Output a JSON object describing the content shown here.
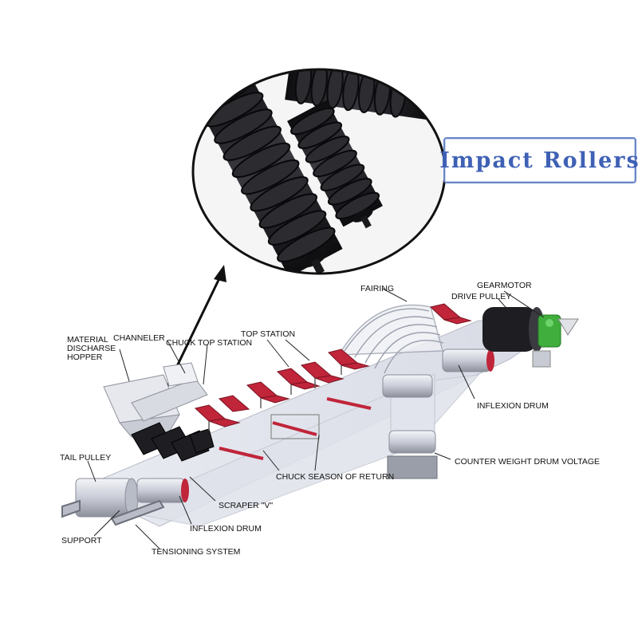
{
  "title": "Impact Rollers",
  "labels": {
    "fairing": "FAIRING",
    "gearmotor": "GEARMOTOR",
    "drive_pulley": "DRIVE PULLEY",
    "material_hopper_1": "MATERIAL",
    "material_hopper_2": "DISCHARSE",
    "material_hopper_3": "HOPPER",
    "channeler": "CHANNELER",
    "chuck_top_station": "CHUCK TOP STATION",
    "top_station": "TOP STATION",
    "inflexion_drum_right": "INFLEXION DRUM",
    "tail_pulley": "TAIL PULLEY",
    "counter_weight": "COUNTER WEIGHT DRUM VOLTAGE",
    "chuck_season_return": "CHUCK SEASON OF RETURN",
    "scraper": "SCRAPER \"V\"",
    "inflexion_drum_left": "INFLEXION DRUM",
    "support": "SUPPORT",
    "tensioning_system": "TENSIONING SYSTEM"
  },
  "colors": {
    "title_text": "#3f61b5",
    "title_border": "#6a86c8",
    "idler_red": "#c0253a",
    "roller_black": "#1e1e22",
    "belt": "#e4e6ee",
    "motor_green": "#3fae3c"
  }
}
